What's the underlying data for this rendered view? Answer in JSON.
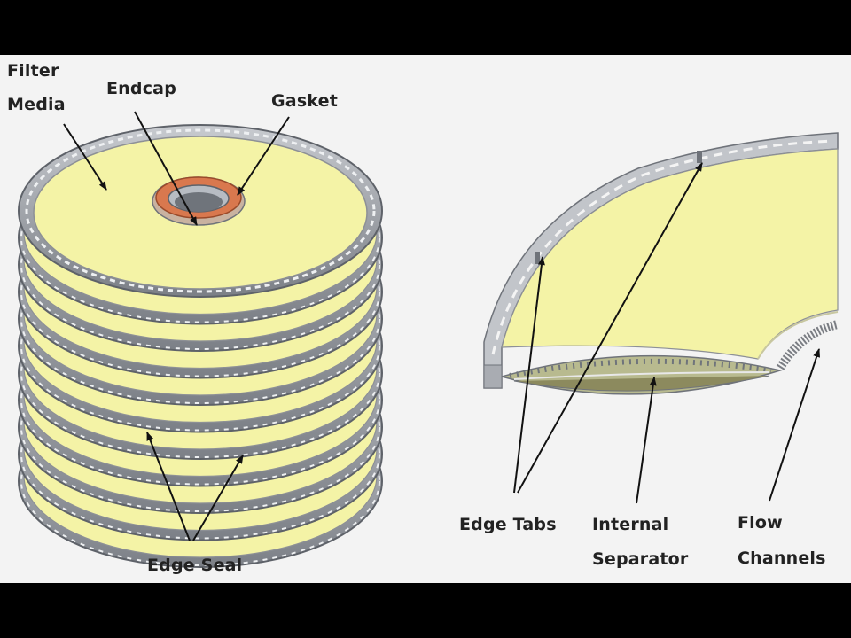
{
  "labels": {
    "filter_media_1": "Filter",
    "filter_media_2": "Media",
    "endcap": "Endcap",
    "gasket": "Gasket",
    "edge_seal": "Edge Seal",
    "edge_tabs": "Edge Tabs",
    "internal_separator_1": "Internal",
    "internal_separator_2": "Separator",
    "flow_channels_1": "Flow",
    "flow_channels_2": "Channels"
  },
  "colors": {
    "background": "#f3f3f3",
    "letterbox": "#000000",
    "media_yellow": "#f4f3a6",
    "rim_gray": "#a9acb2",
    "rim_dark": "#6f737a",
    "gasket_orange": "#d9784e",
    "arrow": "#111111"
  },
  "disc_count": 11
}
